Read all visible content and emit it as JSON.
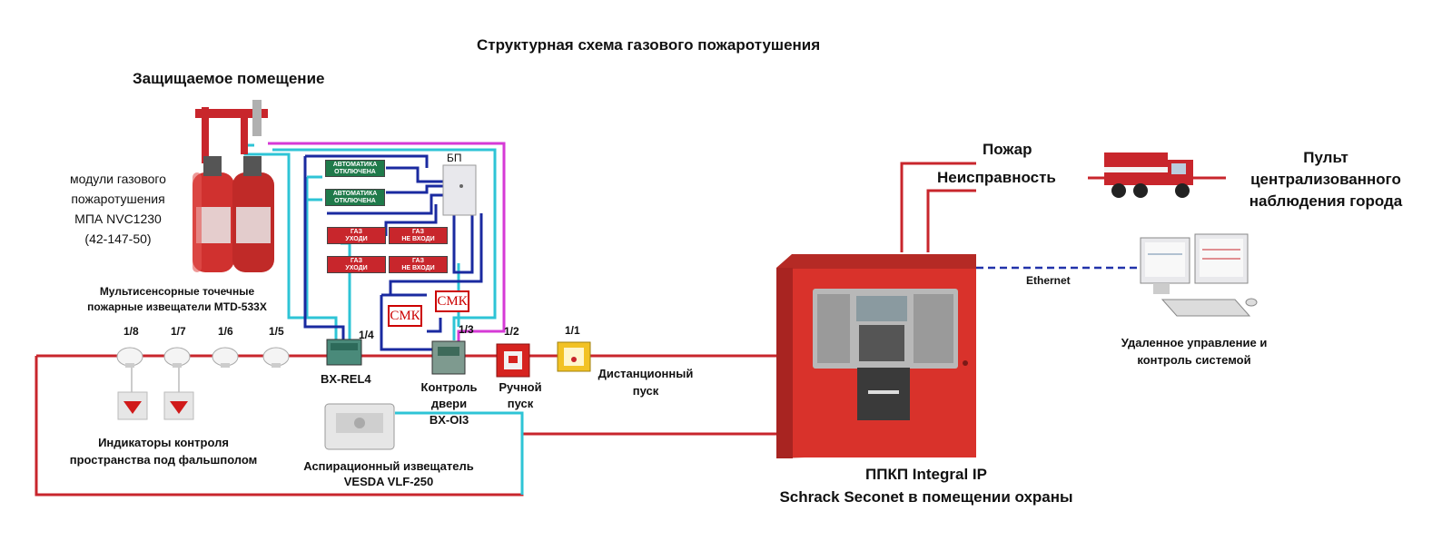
{
  "diagram": {
    "title": "Структурная схема газового пожаротушения",
    "protected_room": "Защищаемое помещение",
    "modules": {
      "line1": "модули газового",
      "line2": "пожаротушения",
      "line3": "МПА  NVC1230",
      "line4": "(42-147-50)"
    },
    "detectors_caption": {
      "line1": "Мультисенсорные точечные",
      "line2": "пожарные извещатели MTD-533X"
    },
    "addresses": {
      "a18": "1/8",
      "a17": "1/7",
      "a16": "1/6",
      "a15": "1/5",
      "a14": "1/4",
      "a13": "1/3",
      "a12": "1/2",
      "a11": "1/1"
    },
    "bp": "БП",
    "signs": {
      "auto_off_l1": "АВТОМАТИКА",
      "auto_off_l2": "ОТКЛЮЧЕНА",
      "gas_leave_l1": "ГАЗ",
      "gas_leave_l2": "УХОДИ",
      "gas_noenter_l1": "ГАЗ",
      "gas_noenter_l2": "НЕ  ВХОДИ"
    },
    "smk": "СМК",
    "bx_rel4": "BX-REL4",
    "door_control": {
      "line1": "Контроль",
      "line2": "двери",
      "line3": "BX-OI3"
    },
    "manual_start": {
      "line1": "Ручной",
      "line2": "пуск"
    },
    "remote_start": {
      "line1": "Дистанционный",
      "line2": "пуск"
    },
    "floor_indicators": {
      "line1": "Индикаторы контроля",
      "line2": "пространства под фальшполом"
    },
    "aspiration": {
      "line1": "Аспирационный извещатель",
      "line2": "VESDA VLF-250"
    },
    "panel_caption": {
      "line1": "ППКП Integral IP",
      "line2": "Schrack Seconet в помещении охраны"
    },
    "fire": "Пожар",
    "fault": "Неисправность",
    "central_station": {
      "line1": "Пульт",
      "line2": "централизованного",
      "line3": "наблюдения города"
    },
    "ethernet": "Ethernet",
    "remote_control": {
      "line1": "Удаленное управление и",
      "line2": "контроль системой"
    },
    "colors": {
      "loop_red": "#c8262c",
      "cyan_wire": "#2ec4d6",
      "blue_wire": "#1a2aa0",
      "magenta_wire": "#d63ad6",
      "panel_red": "#d9322b",
      "ethernet_blue": "#2233aa"
    }
  }
}
